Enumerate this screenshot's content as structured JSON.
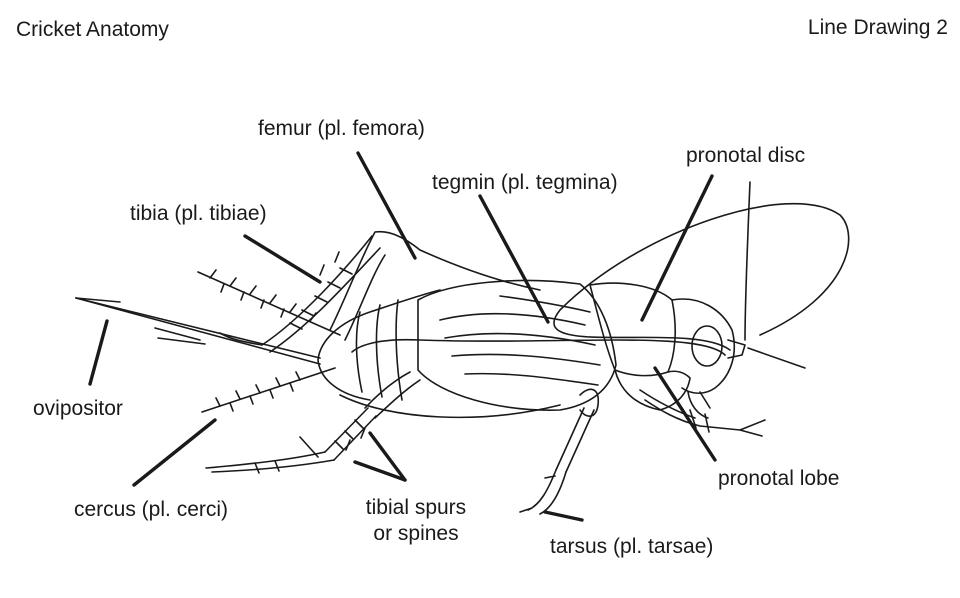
{
  "header": {
    "title": "Cricket Anatomy",
    "subtitle": "Line Drawing 2"
  },
  "labels": {
    "femur": "femur (pl. femora)",
    "tegmin": "tegmin (pl. tegmina)",
    "pronotal_disc": "pronotal disc",
    "tibia": "tibia (pl. tibiae)",
    "ovipositor": "ovipositor",
    "cercus": "cercus (pl. cerci)",
    "tibial_spurs_line1": "tibial spurs",
    "tibial_spurs_line2": "or spines",
    "tarsus": "tarsus (pl. tarsae)",
    "pronotal_lobe": "pronotal lobe"
  },
  "colors": {
    "ink": "#1a1a1a",
    "background": "#ffffff"
  }
}
